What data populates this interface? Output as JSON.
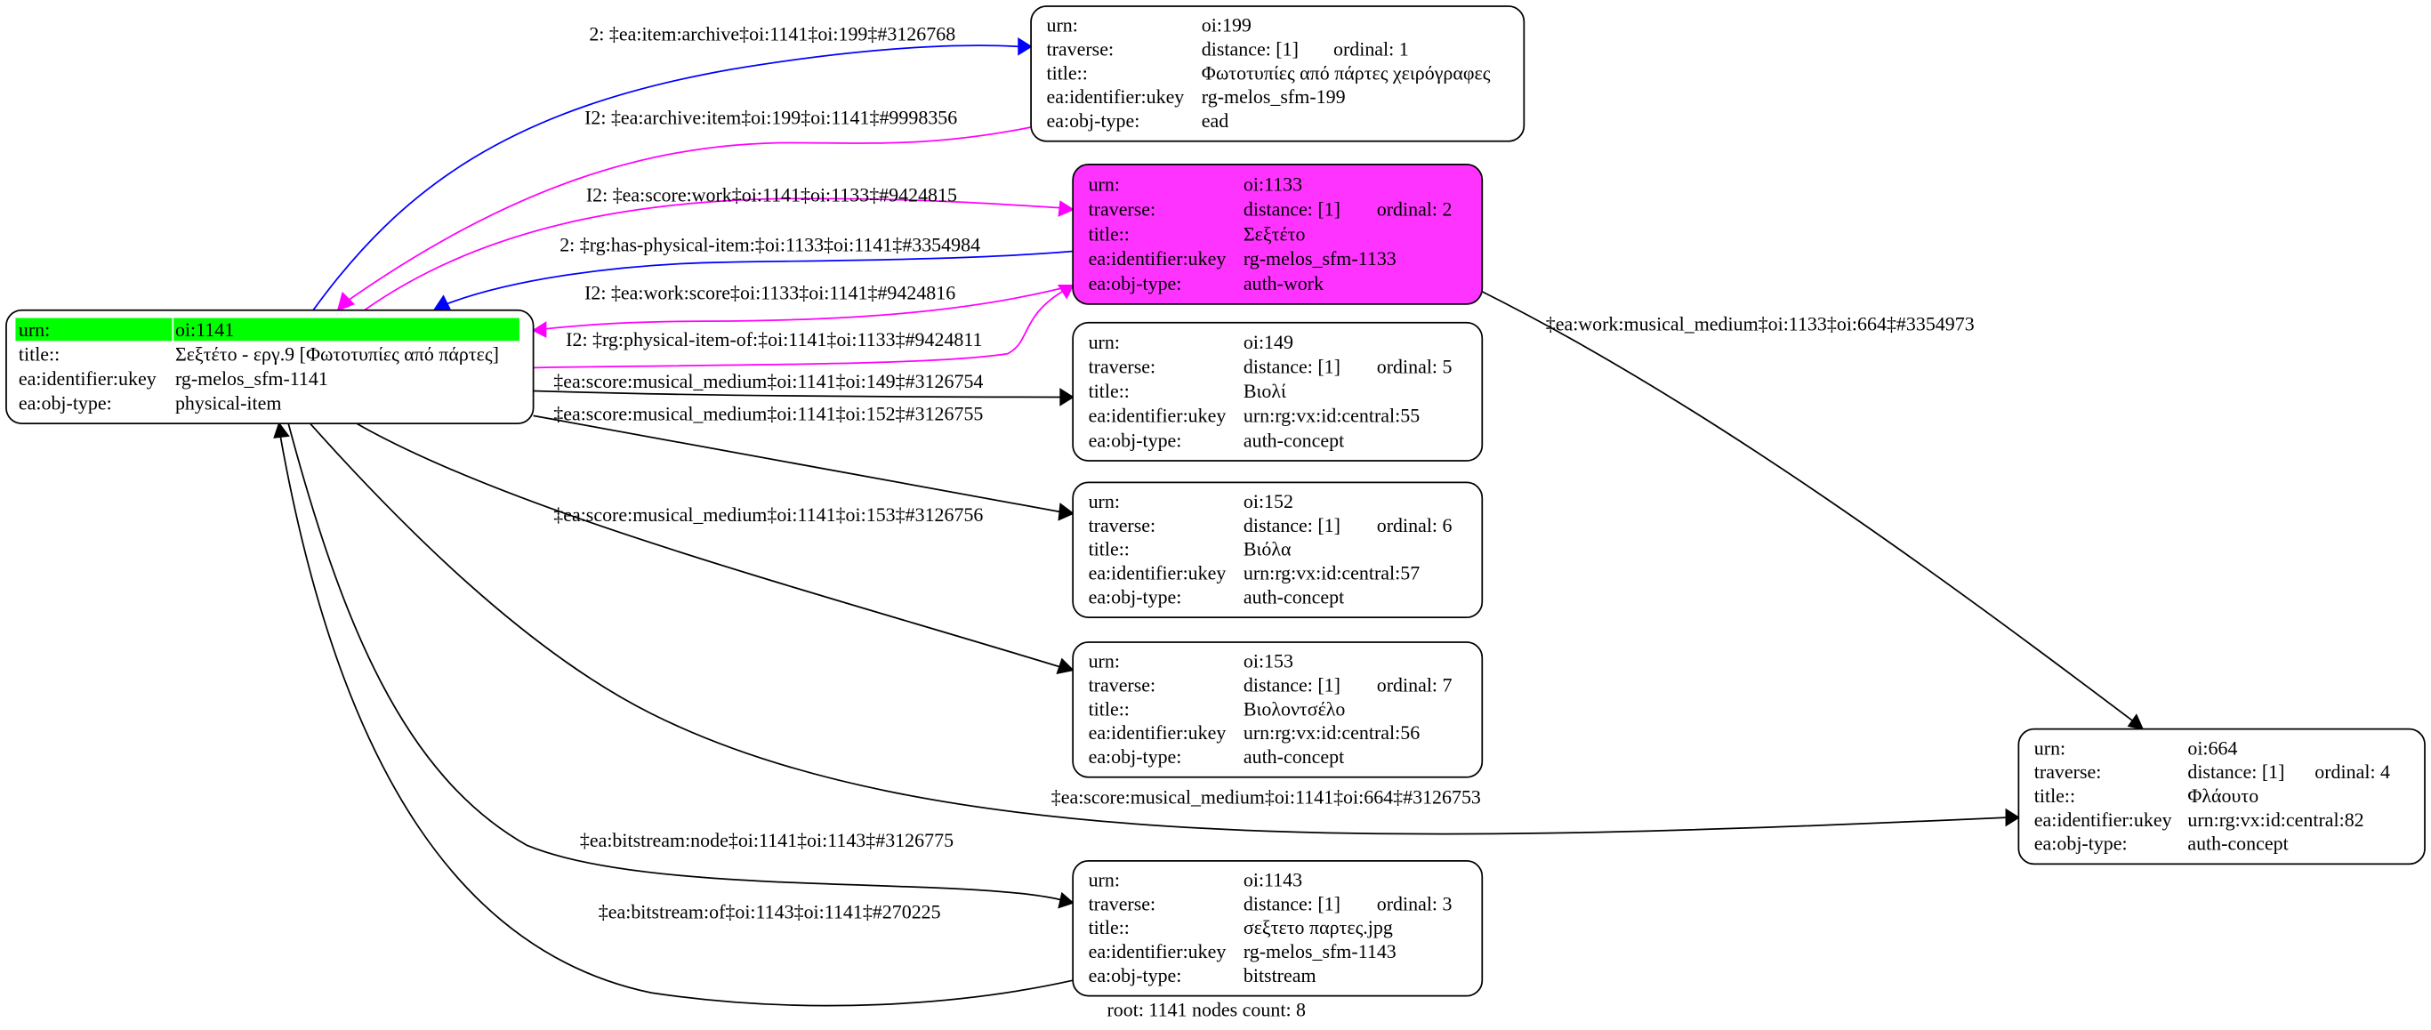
{
  "colors": {
    "root_highlight": "#00ff00",
    "focus_node": "#ff33ff",
    "blue_edge": "#0000ff",
    "magenta_edge": "#ff00ff",
    "black_edge": "#000000"
  },
  "nodes": [
    {
      "id": "1141",
      "fill": "#ffffff",
      "header_fill": "#00ff00",
      "rows": [
        [
          "urn:",
          "oi:1141"
        ],
        [
          "title::",
          "Σεξτέτο - εργ.9 [Φωτοτυπίες από πάρτες]"
        ],
        [
          "ea:identifier:ukey",
          "rg-melos_sfm-1141"
        ],
        [
          "ea:obj-type:",
          "physical-item"
        ]
      ]
    },
    {
      "id": "199",
      "fill": "#ffffff",
      "rows": [
        [
          "urn:",
          "oi:199"
        ],
        [
          "traverse:",
          "distance: [1]",
          "ordinal: 1"
        ],
        [
          "title::",
          "Φωτοτυπίες από πάρτες χειρόγραφες"
        ],
        [
          "ea:identifier:ukey",
          "rg-melos_sfm-199"
        ],
        [
          "ea:obj-type:",
          "ead"
        ]
      ]
    },
    {
      "id": "1133",
      "fill": "#ff33ff",
      "rows": [
        [
          "urn:",
          "oi:1133"
        ],
        [
          "traverse:",
          "distance: [1]",
          "ordinal: 2"
        ],
        [
          "title::",
          "Σεξτέτο"
        ],
        [
          "ea:identifier:ukey",
          "rg-melos_sfm-1133"
        ],
        [
          "ea:obj-type:",
          "auth-work"
        ]
      ]
    },
    {
      "id": "149",
      "fill": "#ffffff",
      "rows": [
        [
          "urn:",
          "oi:149"
        ],
        [
          "traverse:",
          "distance: [1]",
          "ordinal: 5"
        ],
        [
          "title::",
          "Βιολί"
        ],
        [
          "ea:identifier:ukey",
          "urn:rg:vx:id:central:55"
        ],
        [
          "ea:obj-type:",
          "auth-concept"
        ]
      ]
    },
    {
      "id": "152",
      "fill": "#ffffff",
      "rows": [
        [
          "urn:",
          "oi:152"
        ],
        [
          "traverse:",
          "distance: [1]",
          "ordinal: 6"
        ],
        [
          "title::",
          "Βιόλα"
        ],
        [
          "ea:identifier:ukey",
          "urn:rg:vx:id:central:57"
        ],
        [
          "ea:obj-type:",
          "auth-concept"
        ]
      ]
    },
    {
      "id": "153",
      "fill": "#ffffff",
      "rows": [
        [
          "urn:",
          "oi:153"
        ],
        [
          "traverse:",
          "distance: [1]",
          "ordinal: 7"
        ],
        [
          "title::",
          "Βιολοντσέλο"
        ],
        [
          "ea:identifier:ukey",
          "urn:rg:vx:id:central:56"
        ],
        [
          "ea:obj-type:",
          "auth-concept"
        ]
      ]
    },
    {
      "id": "1143",
      "fill": "#ffffff",
      "rows": [
        [
          "urn:",
          "oi:1143"
        ],
        [
          "traverse:",
          "distance: [1]",
          "ordinal: 3"
        ],
        [
          "title::",
          "σεξτετο παρτες.jpg"
        ],
        [
          "ea:identifier:ukey",
          "rg-melos_sfm-1143"
        ],
        [
          "ea:obj-type:",
          "bitstream"
        ]
      ]
    },
    {
      "id": "664",
      "fill": "#ffffff",
      "rows": [
        [
          "urn:",
          "oi:664"
        ],
        [
          "traverse:",
          "distance: [1]",
          "ordinal: 4"
        ],
        [
          "title::",
          "Φλάουτο"
        ],
        [
          "ea:identifier:ukey",
          "urn:rg:vx:id:central:82"
        ],
        [
          "ea:obj-type:",
          "auth-concept"
        ]
      ]
    }
  ],
  "edges": [
    {
      "from": "1141",
      "to": "199",
      "color": "#0000ff",
      "label": "2: ‡ea:item:archive‡oi:1141‡oi:199‡#3126768"
    },
    {
      "from": "199",
      "to": "1141",
      "color": "#ff00ff",
      "label": "I2: ‡ea:archive:item‡oi:199‡oi:1141‡#9998356"
    },
    {
      "from": "1141",
      "to": "1133",
      "color": "#ff00ff",
      "label": "I2: ‡ea:score:work‡oi:1141‡oi:1133‡#9424815"
    },
    {
      "from": "1133",
      "to": "1141",
      "color": "#0000ff",
      "label": "2: ‡rg:has-physical-item:‡oi:1133‡oi:1141‡#3354984"
    },
    {
      "from": "1133",
      "to": "1141",
      "color": "#ff00ff",
      "label": "I2: ‡ea:work:score‡oi:1133‡oi:1141‡#9424816"
    },
    {
      "from": "1141",
      "to": "1133",
      "color": "#ff00ff",
      "label": "I2: ‡rg:physical-item-of:‡oi:1141‡oi:1133‡#9424811"
    },
    {
      "from": "1141",
      "to": "149",
      "color": "#000000",
      "label": "‡ea:score:musical_medium‡oi:1141‡oi:149‡#3126754"
    },
    {
      "from": "1141",
      "to": "152",
      "color": "#000000",
      "label": "‡ea:score:musical_medium‡oi:1141‡oi:152‡#3126755"
    },
    {
      "from": "1141",
      "to": "153",
      "color": "#000000",
      "label": "‡ea:score:musical_medium‡oi:1141‡oi:153‡#3126756"
    },
    {
      "from": "1141",
      "to": "664",
      "color": "#000000",
      "label": "‡ea:score:musical_medium‡oi:1141‡oi:664‡#3126753"
    },
    {
      "from": "1141",
      "to": "1143",
      "color": "#000000",
      "label": "‡ea:bitstream:node‡oi:1141‡oi:1143‡#3126775"
    },
    {
      "from": "1143",
      "to": "1141",
      "color": "#000000",
      "label": "‡ea:bitstream:of‡oi:1143‡oi:1141‡#270225"
    },
    {
      "from": "1133",
      "to": "664",
      "color": "#000000",
      "label": "‡ea:work:musical_medium‡oi:1133‡oi:664‡#3354973"
    }
  ],
  "footer": "root: 1141 nodes count: 8"
}
